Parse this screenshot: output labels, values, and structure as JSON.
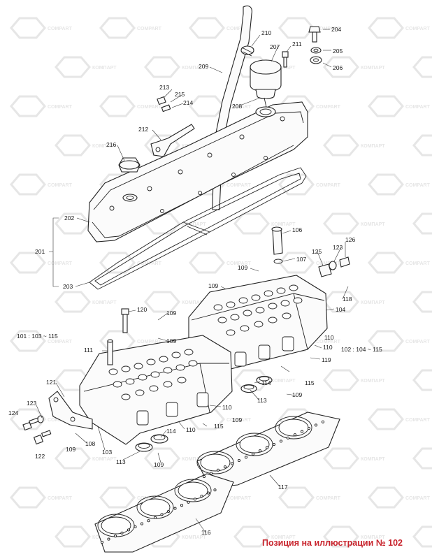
{
  "watermark": {
    "latin": "COMPART",
    "cyrillic": "КОМПАРТ"
  },
  "caption": "Позиция на иллюстрации № 102",
  "colors": {
    "caption": "#c8232c",
    "watermark": "#e6e6e6",
    "line": "#222222"
  },
  "callouts": [
    {
      "id": "c204",
      "text": "204"
    },
    {
      "id": "c205",
      "text": "205"
    },
    {
      "id": "c206",
      "text": "206"
    },
    {
      "id": "c207",
      "text": "207"
    },
    {
      "id": "c208",
      "text": "208"
    },
    {
      "id": "c209",
      "text": "209"
    },
    {
      "id": "c210",
      "text": "210"
    },
    {
      "id": "c211",
      "text": "211"
    },
    {
      "id": "c212",
      "text": "212"
    },
    {
      "id": "c213",
      "text": "213"
    },
    {
      "id": "c214",
      "text": "214"
    },
    {
      "id": "c215",
      "text": "215"
    },
    {
      "id": "c216",
      "text": "216"
    },
    {
      "id": "c201",
      "text": "201"
    },
    {
      "id": "c202",
      "text": "202"
    },
    {
      "id": "c203",
      "text": "203"
    },
    {
      "id": "c106",
      "text": "106"
    },
    {
      "id": "c107",
      "text": "107"
    },
    {
      "id": "c125",
      "text": "125"
    },
    {
      "id": "c123a",
      "text": "123"
    },
    {
      "id": "c126",
      "text": "126"
    },
    {
      "id": "c109a",
      "text": "109"
    },
    {
      "id": "c109b",
      "text": "109"
    },
    {
      "id": "c118",
      "text": "118"
    },
    {
      "id": "c104",
      "text": "104"
    },
    {
      "id": "c120",
      "text": "120"
    },
    {
      "id": "c109c",
      "text": "109"
    },
    {
      "id": "c109d",
      "text": "109"
    },
    {
      "id": "c101",
      "text": "101 : 103 ~ 115"
    },
    {
      "id": "c102",
      "text": "102 : 104 ~ 115"
    },
    {
      "id": "c111",
      "text": "111"
    },
    {
      "id": "c110a",
      "text": "110"
    },
    {
      "id": "c119",
      "text": "119"
    },
    {
      "id": "c110b",
      "text": "110"
    },
    {
      "id": "c114a",
      "text": "114"
    },
    {
      "id": "c115a",
      "text": "115"
    },
    {
      "id": "c109e",
      "text": "109"
    },
    {
      "id": "c121",
      "text": "121"
    },
    {
      "id": "c113a",
      "text": "113"
    },
    {
      "id": "c123b",
      "text": "123"
    },
    {
      "id": "c124",
      "text": "124"
    },
    {
      "id": "c110c",
      "text": "110"
    },
    {
      "id": "c109f",
      "text": "109"
    },
    {
      "id": "c115b",
      "text": "115"
    },
    {
      "id": "c110d",
      "text": "110"
    },
    {
      "id": "c108",
      "text": "108"
    },
    {
      "id": "c114b",
      "text": "114"
    },
    {
      "id": "c103",
      "text": "103"
    },
    {
      "id": "c122",
      "text": "122"
    },
    {
      "id": "c109g",
      "text": "109"
    },
    {
      "id": "c113b",
      "text": "113"
    },
    {
      "id": "c109h",
      "text": "109"
    },
    {
      "id": "c117",
      "text": "117"
    },
    {
      "id": "c116",
      "text": "116"
    }
  ]
}
